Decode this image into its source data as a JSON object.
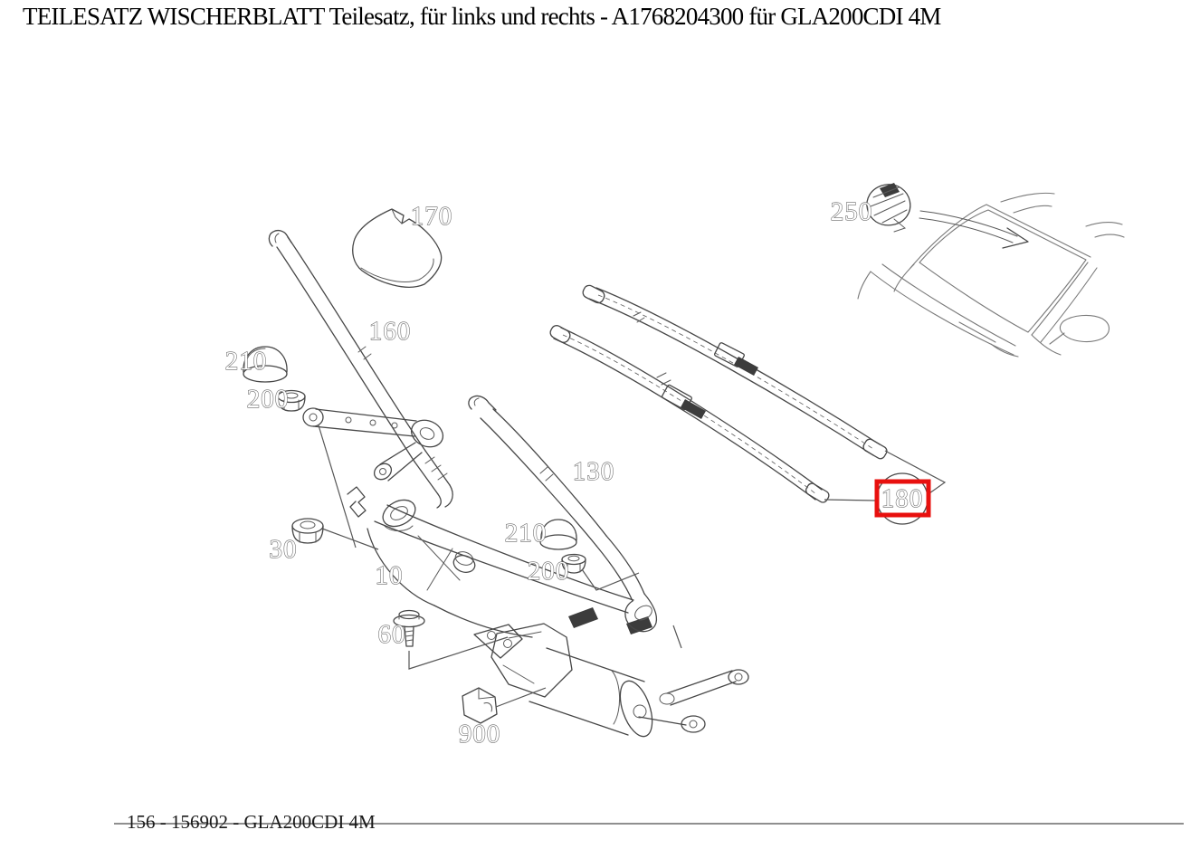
{
  "header": {
    "title": "TEILESATZ WISCHERBLATT Teilesatz, für links und rechts - A1768204300 für GLA200CDI 4M"
  },
  "footer": {
    "text": "156 - 156902 - GLA200CDI 4M"
  },
  "diagram": {
    "type": "exploded-parts-diagram",
    "highlighted_part": "180",
    "highlight_color": "#e8100e",
    "line_color": "#474747",
    "label_outline_color": "#6a6a6a",
    "labels": [
      {
        "part": "170",
        "text": "170"
      },
      {
        "part": "160",
        "text": "160"
      },
      {
        "part": "210",
        "text": "210"
      },
      {
        "part": "200",
        "text": "200"
      },
      {
        "part": "30",
        "text": "30"
      },
      {
        "part": "10",
        "text": "10"
      },
      {
        "part": "60",
        "text": "60"
      },
      {
        "part": "900",
        "text": "900"
      },
      {
        "part": "130",
        "text": "130"
      },
      {
        "part": "210",
        "text": "210"
      },
      {
        "part": "200",
        "text": "200"
      },
      {
        "part": "250",
        "text": "250"
      },
      {
        "part": "180",
        "text": "180"
      }
    ]
  }
}
